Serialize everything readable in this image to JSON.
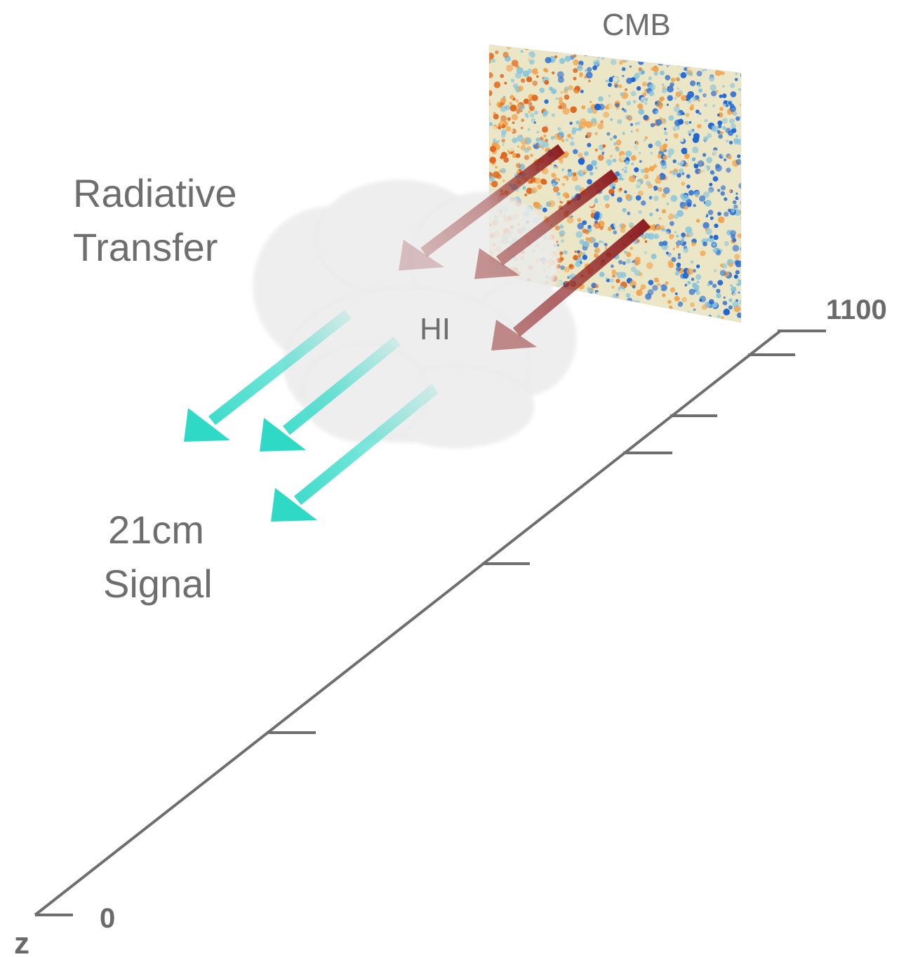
{
  "labels": {
    "cmb": "CMB",
    "radiative_line1": "Radiative",
    "radiative_line2": "Transfer",
    "hi": "HI",
    "signal_line1": "21cm",
    "signal_line2": "Signal"
  },
  "axis": {
    "name": "z",
    "start_label": "0",
    "end_label": "1100"
  },
  "colors": {
    "cmb_red": "#e0651c",
    "cmb_orange": "#f2a24a",
    "cmb_cream": "#eae6c6",
    "cmb_cyan": "#86c4dd",
    "cmb_blue": "#1d64d4",
    "incoming_arrow": "#8e1f22",
    "outgoing_arrow": "#2ed9c6",
    "cloud": "#e9e9e9",
    "axis_line": "#6e6e6e",
    "label_text": "#6e6e6e"
  },
  "icons": {
    "cmb_map": "cmb-temperature-map",
    "cloud": "hi-gas-cloud",
    "incoming_arrows": "cmb-photon-arrows",
    "outgoing_arrows": "21cm-signal-arrows"
  }
}
